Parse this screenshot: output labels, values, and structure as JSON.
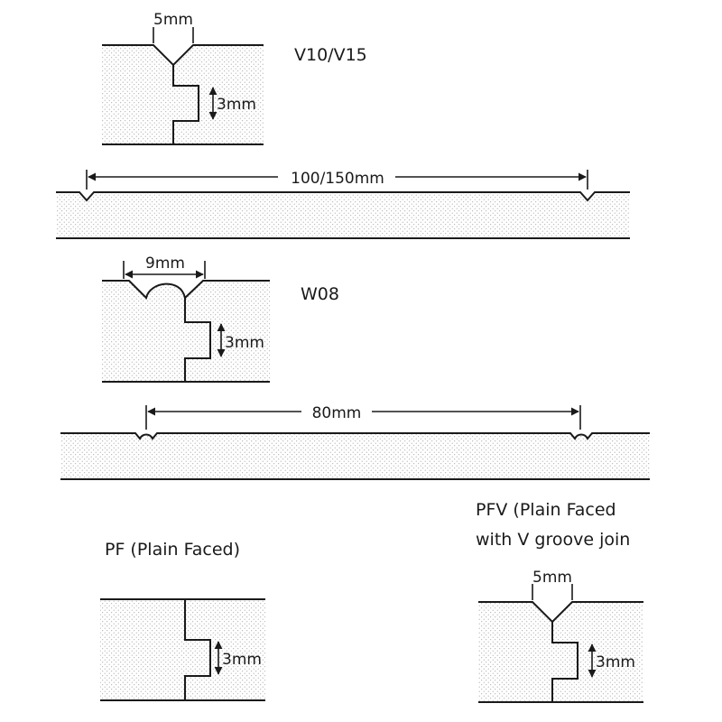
{
  "diagrams": {
    "v10": {
      "title": "V10/V15",
      "groove_width": "5mm",
      "step_depth": "3mm"
    },
    "v10_board": {
      "spacing": "100/150mm"
    },
    "w08": {
      "title": "W08",
      "groove_width": "9mm",
      "step_depth": "3mm"
    },
    "w08_board": {
      "spacing": "80mm"
    },
    "pf": {
      "title": "PF (Plain Faced)",
      "step_depth": "3mm"
    },
    "pfv": {
      "title_line1": "PFV (Plain Faced",
      "title_line2": "with V groove join",
      "groove_width": "5mm",
      "step_depth": "3mm"
    }
  },
  "colors": {
    "line": "#1a1a1a",
    "stipple": "#9a9a9a",
    "background": "#ffffff"
  }
}
